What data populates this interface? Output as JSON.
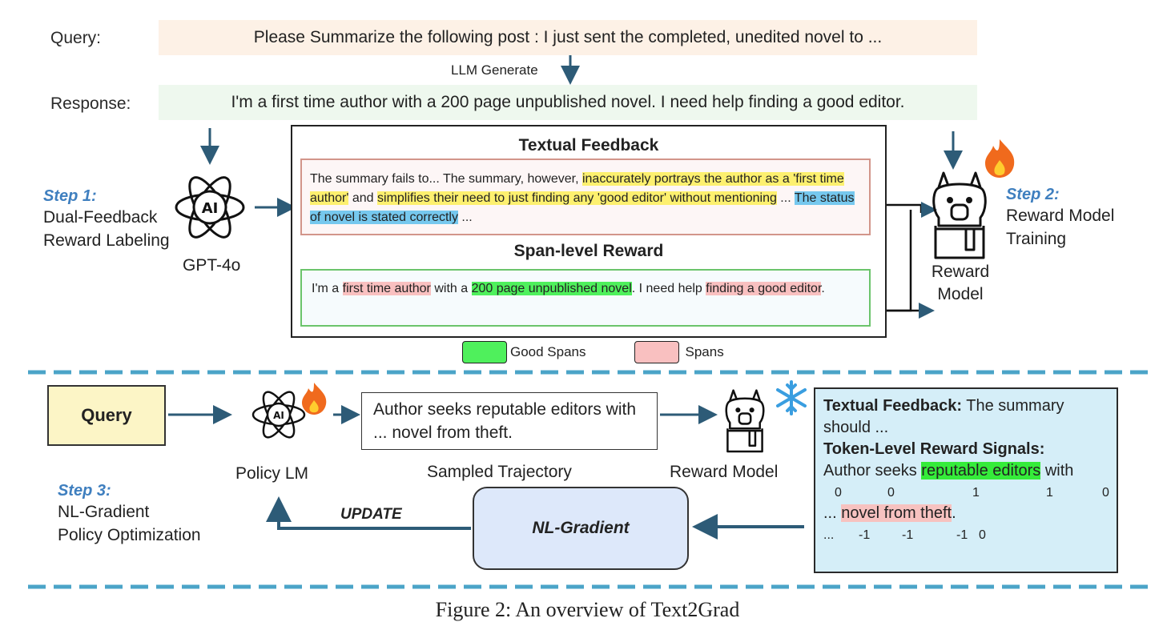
{
  "query_label": "Query:",
  "query_text": "Please Summarize the following post : I just sent the completed, unedited novel to ...",
  "llm_generate": "LLM Generate",
  "response_label": "Response:",
  "response_text": "I'm a first time author with a 200 page unpublished novel. I need help finding a good editor.",
  "step1": {
    "title": "Step 1:",
    "line1": "Dual-Feedback",
    "line2": "Reward Labeling"
  },
  "gpt_label": "GPT-4o",
  "textual_feedback": {
    "title": "Textual Feedback",
    "p1": "The summary fails to... The summary, however, ",
    "h1": "inaccurately portrays the author as a 'first time author'",
    "p2": " and ",
    "h2": "simplifies their need to just finding any 'good editor' without mentioning",
    "p3": " ... ",
    "h3": "The status of novel is stated correctly",
    "p4": " ..."
  },
  "span_reward": {
    "title": "Span-level Reward",
    "p1": "I'm a ",
    "h1": "first time author",
    "p2": " with a ",
    "h2": "200 page unpublished novel",
    "p3": ". I need help ",
    "h3": "finding a good editor",
    "p4": "."
  },
  "legend": {
    "good": "Good Spans",
    "bad": "Spans"
  },
  "reward_model": {
    "line1": "Reward",
    "line2": "Model"
  },
  "step2": {
    "title": "Step 2:",
    "line1": "Reward Model",
    "line2": "Training"
  },
  "query_box": "Query",
  "policy_lm": "Policy LM",
  "trajectory_text": "Author seeks reputable editors with ... novel from theft.",
  "sampled_trajectory": "Sampled Trajectory",
  "reward_model_label": "Reward Model",
  "feedback_panel": {
    "tf_label": "Textual Feedback:",
    "tf_text": " The summary should ...",
    "tl_label": "Token-Level Reward Signals:",
    "l1a": "Author seeks ",
    "l1h": "reputable editors",
    "l1b": " with",
    "nums1": [
      "0",
      "0",
      "1",
      "1",
      "0"
    ],
    "l2a": "... ",
    "l2h": "novel from theft",
    "l2b": ".",
    "nums2": [
      "...",
      "-1",
      "-1",
      "-1",
      "0"
    ]
  },
  "step3": {
    "title": "Step 3:",
    "line1": "NL-Gradient",
    "line2": "Policy Optimization"
  },
  "update": "UPDATE",
  "nl_gradient": "NL-Gradient",
  "caption": "Figure 2: An overview of Text2Grad",
  "colors": {
    "arrow": "#2d5b77",
    "dash": "#4ba4c8",
    "query_bg": "#fdf1e6",
    "response_bg": "#eef8ee"
  }
}
